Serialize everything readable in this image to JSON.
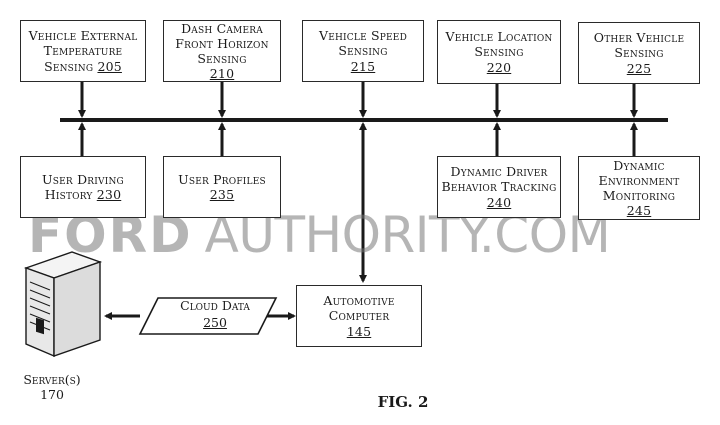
{
  "boxes": {
    "ext_temp": {
      "lines": [
        "Vehicle External",
        "Temperature",
        "Sensing"
      ],
      "num": "205"
    },
    "dash_cam": {
      "lines": [
        "Dash Camera",
        "Front Horizon",
        "Sensing"
      ],
      "num": "210"
    },
    "speed": {
      "lines": [
        "Vehicle Speed",
        "Sensing"
      ],
      "num": "215"
    },
    "location": {
      "lines": [
        "Vehicle Location",
        "Sensing"
      ],
      "num": "220"
    },
    "other": {
      "lines": [
        "Other Vehicle",
        "Sensing"
      ],
      "num": "225"
    },
    "history": {
      "lines": [
        "User Driving",
        "History"
      ],
      "num": "230"
    },
    "profiles": {
      "lines": [
        "User Profiles"
      ],
      "num": "235"
    },
    "tracking": {
      "lines": [
        "Dynamic Driver",
        "Behavior Tracking"
      ],
      "num": "240"
    },
    "env": {
      "lines": [
        "Dynamic",
        "Environment",
        "Monitoring"
      ],
      "num": "245"
    },
    "computer": {
      "lines": [
        "Automotive",
        "Computer"
      ],
      "num": "145"
    }
  },
  "cloud": {
    "label": "Cloud Data",
    "num": "250"
  },
  "server": {
    "label": "Server(s)",
    "num": "170"
  },
  "figure": "FIG. 2",
  "watermark": {
    "bold": "FORD",
    "regular": "AUTHORITY.COM"
  }
}
